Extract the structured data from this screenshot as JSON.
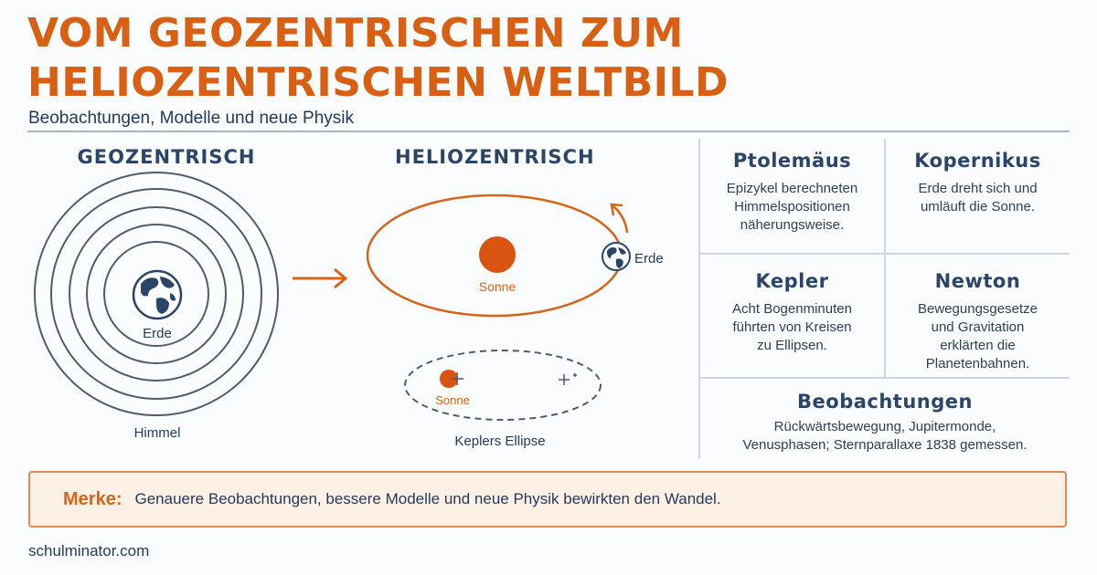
{
  "header": {
    "title_line1": "Vom geozentrischen zum",
    "title_line2": "heliozentrischen Weltbild",
    "subtitle": "Beobachtungen, Modelle und neue Physik"
  },
  "geo": {
    "heading": "Geozentrisch",
    "earth_label": "Erde",
    "sky_label": "Himmel"
  },
  "helio": {
    "heading": "Heliozentrisch",
    "sun_label": "Sonne",
    "earth_label": "Erde",
    "ellipse_sun_label": "Sonne",
    "ellipse_caption": "Keplers Ellipse"
  },
  "cards": {
    "ptolemaeus": {
      "title": "Ptolemäus",
      "lines": [
        "Epizykel berechneten",
        "Himmelspositionen",
        "näherungsweise."
      ]
    },
    "kopernikus": {
      "title": "Kopernikus",
      "lines": [
        "Erde dreht sich und",
        "umläuft die Sonne."
      ]
    },
    "kepler": {
      "title": "Kepler",
      "lines": [
        "Acht Bogenminuten",
        "führten von Kreisen",
        "zu Ellipsen."
      ]
    },
    "newton": {
      "title": "Newton",
      "lines": [
        "Bewegungsgesetze",
        "und Gravitation",
        "erklärten die",
        "Planetenbahnen."
      ]
    },
    "beobachtungen": {
      "title": "Beobachtungen",
      "lines": [
        "Rückwärtsbewegung, Jupitermonde,",
        "Venusphasen; Sternparallaxe 1838 gemessen."
      ]
    }
  },
  "merke": {
    "key": "Merke:",
    "text": "Genauere Beobachtungen, bessere Modelle und neue Physik bewirkten den Wandel."
  },
  "footer": {
    "site": "schulminator.com"
  },
  "colors": {
    "accent": "#d95f13",
    "navy": "#233a5c",
    "panel_bg": "#fdf1e6"
  },
  "icons": {
    "earth": "globe-icon",
    "arrow": "arrow-right-icon",
    "orbit_arrow": "curved-arrow-icon"
  }
}
